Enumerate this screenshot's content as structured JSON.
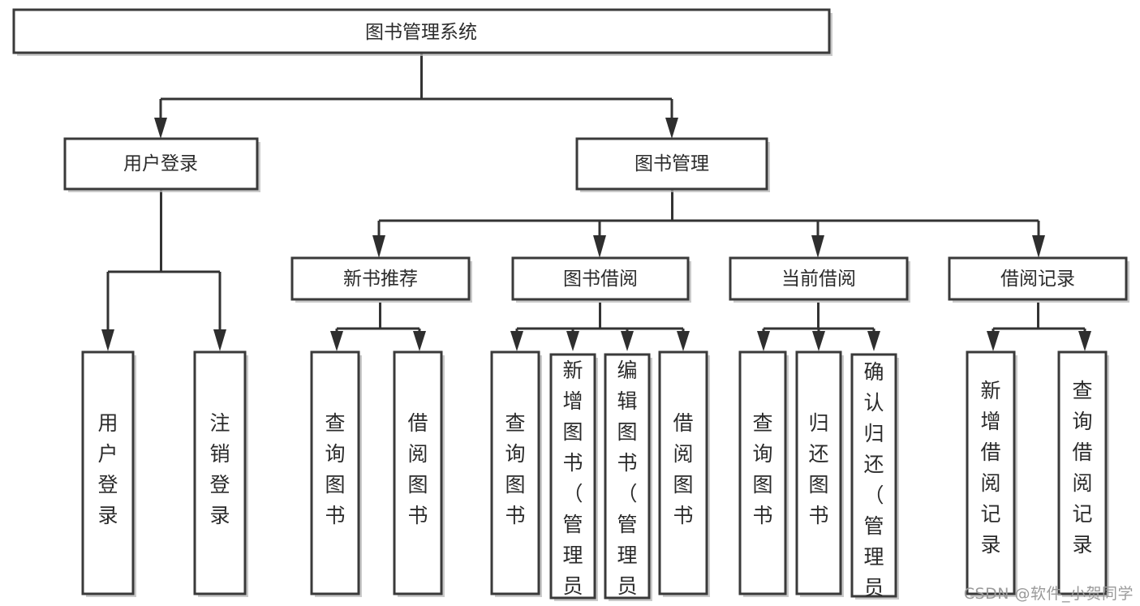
{
  "diagram": {
    "type": "tree-hierarchy",
    "title": "图书管理系统",
    "watermark": "CSDN @软件_小贺同学",
    "colors": {
      "box_stroke": "#3a3a3a",
      "box_fill": "#ffffff",
      "edge": "#333333",
      "arrow": "#2e2e2e",
      "text": "#2b2b2b",
      "watermark": "#9a9a9a",
      "background": "#ffffff"
    },
    "nodes": {
      "root": {
        "label": "图书管理系统",
        "level": 0,
        "orientation": "horizontal"
      },
      "level1": [
        {
          "id": "user-login",
          "label": "用户登录",
          "orientation": "horizontal"
        },
        {
          "id": "book-manage",
          "label": "图书管理",
          "orientation": "horizontal"
        }
      ],
      "level2": [
        {
          "id": "new-book-recommend",
          "label": "新书推荐",
          "orientation": "horizontal",
          "parent": "book-manage"
        },
        {
          "id": "book-borrow",
          "label": "图书借阅",
          "orientation": "horizontal",
          "parent": "book-manage"
        },
        {
          "id": "current-borrow",
          "label": "当前借阅",
          "orientation": "horizontal",
          "parent": "book-manage"
        },
        {
          "id": "borrow-record",
          "label": "借阅记录",
          "orientation": "horizontal",
          "parent": "book-manage"
        }
      ],
      "leaves": [
        {
          "id": "leaf-user-login",
          "label": "用户登录",
          "parent": "user-login",
          "orientation": "vertical"
        },
        {
          "id": "leaf-user-logout",
          "label": "注销登录",
          "parent": "user-login",
          "orientation": "vertical"
        },
        {
          "id": "leaf-query-book-1",
          "label": "查询图书",
          "parent": "new-book-recommend",
          "orientation": "vertical"
        },
        {
          "id": "leaf-borrow-book-1",
          "label": "借阅图书",
          "parent": "new-book-recommend",
          "orientation": "vertical"
        },
        {
          "id": "leaf-query-book-2",
          "label": "查询图书",
          "parent": "book-borrow",
          "orientation": "vertical"
        },
        {
          "id": "leaf-add-book",
          "label": "新增图书（管理员）",
          "parent": "book-borrow",
          "orientation": "vertical"
        },
        {
          "id": "leaf-edit-book",
          "label": "编辑图书（管理员）",
          "parent": "book-borrow",
          "orientation": "vertical"
        },
        {
          "id": "leaf-borrow-book-2",
          "label": "借阅图书",
          "parent": "book-borrow",
          "orientation": "vertical"
        },
        {
          "id": "leaf-query-book-3",
          "label": "查询图书",
          "parent": "current-borrow",
          "orientation": "vertical"
        },
        {
          "id": "leaf-return-book",
          "label": "归还图书",
          "parent": "current-borrow",
          "orientation": "vertical"
        },
        {
          "id": "leaf-confirm-return",
          "label": "确认归还（管理员）",
          "parent": "current-borrow",
          "orientation": "vertical"
        },
        {
          "id": "leaf-add-record",
          "label": "新增借阅记录",
          "parent": "borrow-record",
          "orientation": "vertical"
        },
        {
          "id": "leaf-query-record",
          "label": "查询借阅记录",
          "parent": "borrow-record",
          "orientation": "vertical"
        }
      ]
    }
  }
}
